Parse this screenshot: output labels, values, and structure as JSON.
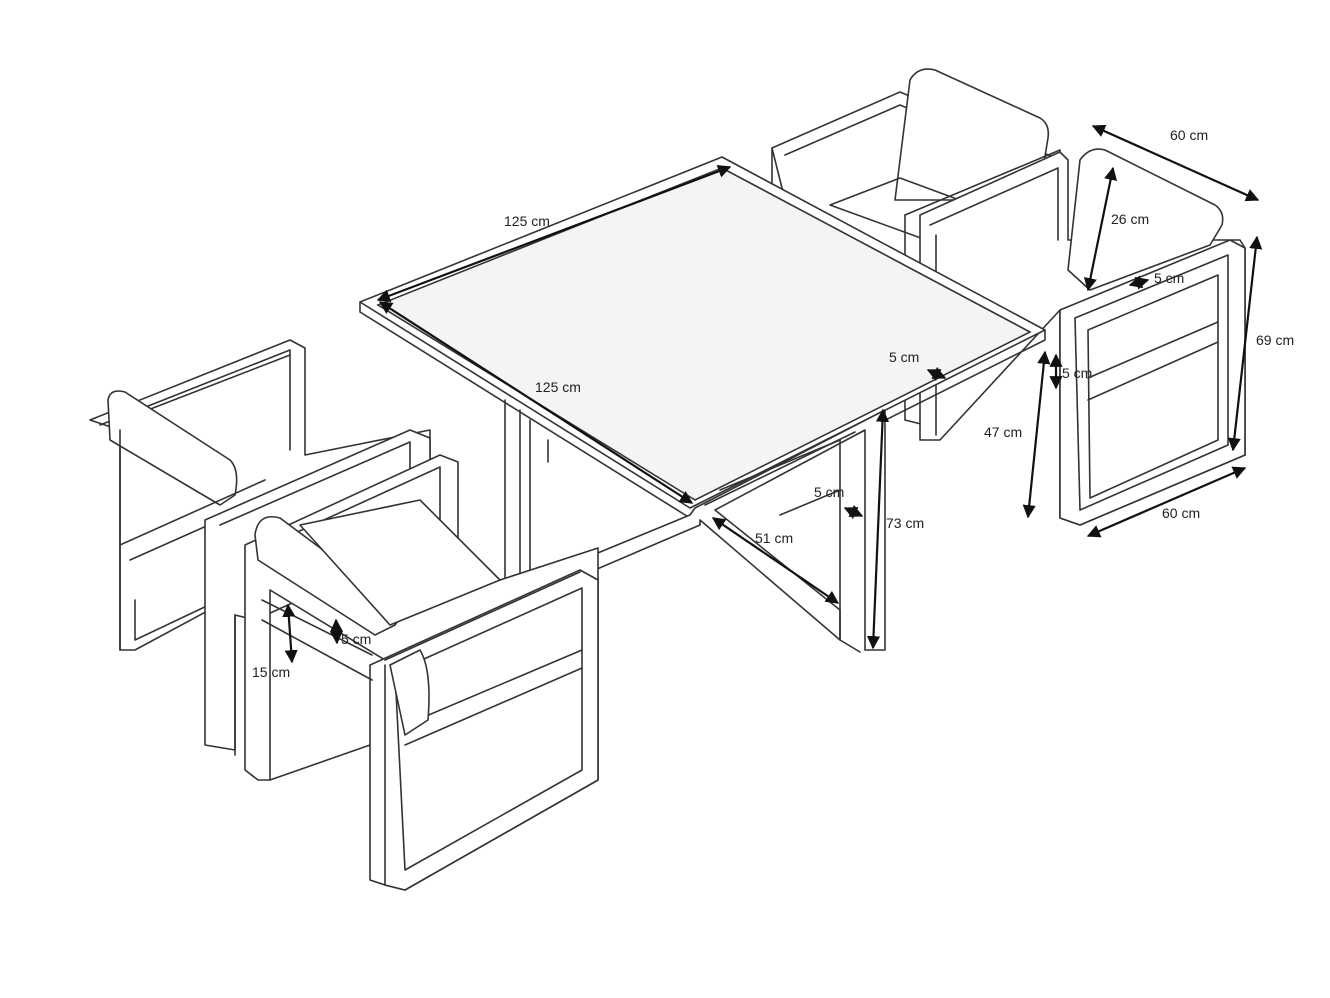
{
  "dimensions": {
    "table_width": "125 cm",
    "table_depth": "125 cm",
    "table_height": "73 cm",
    "table_frame_top": "5 cm",
    "table_frame_leg": "5 cm",
    "table_leg_base": "51 cm",
    "chair_width": "60 cm",
    "chair_depth": "60 cm",
    "chair_height": "69 cm",
    "chair_back_height": "26 cm",
    "chair_frame": "5 cm",
    "chair_frame_side": "5 cm",
    "chair_seat_height": "47 cm",
    "cushion_thickness": "15 cm",
    "armrest_thickness": "5 cm"
  },
  "colors": {
    "line": "#333333",
    "arrow": "#111111",
    "background": "#ffffff"
  }
}
